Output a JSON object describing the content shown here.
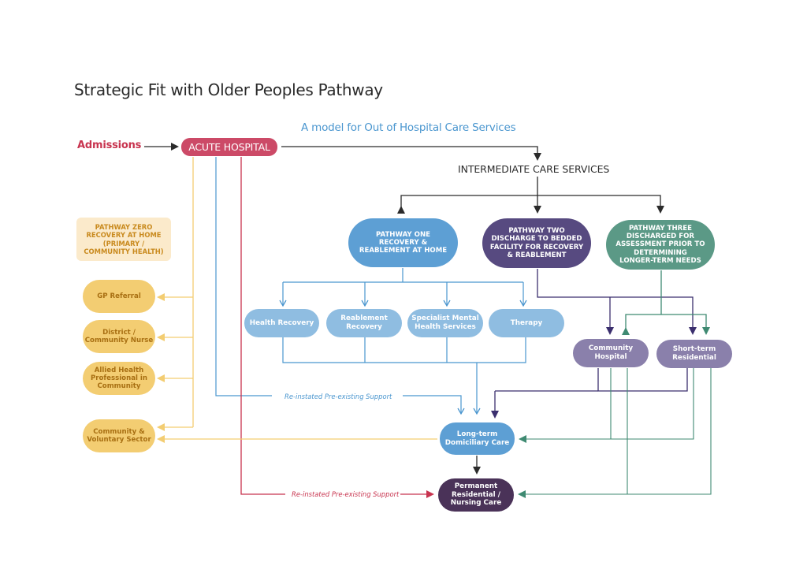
{
  "title": "Strategic Fit with Older Peoples Pathway",
  "subtitle": "A model for Out of Hospital Care Services",
  "entry": {
    "label": "Admissions",
    "color": "#c8344f"
  },
  "hospital": {
    "label": "ACUTE HOSPITAL",
    "color": "#cc4a67"
  },
  "intermediate": {
    "label": "INTERMEDIATE CARE SERVICES"
  },
  "pathways": [
    {
      "label": "PATHWAY ONE\nRECOVERY &\nREABLEMENT AT HOME",
      "color": "#5d9fd4"
    },
    {
      "label": "PATHWAY TWO\nDISCHARGE TO BEDDED\nFACILITY FOR RECOVERY\n& REABLEMENT",
      "color": "#574a80"
    },
    {
      "label": "PATHWAY THREE\nDISCHARGED FOR\nASSESSMENT PRIOR TO\nDETERMINING\nLONGER-TERM NEEDS",
      "color": "#5b9986"
    }
  ],
  "pathway_one_services": [
    {
      "label": "Health Recovery"
    },
    {
      "label": "Reablement\nRecovery"
    },
    {
      "label": "Specialist Mental\nHealth Services"
    },
    {
      "label": "Therapy"
    }
  ],
  "bedded": [
    {
      "label": "Community\nHospital"
    },
    {
      "label": "Short-term\nResidential"
    }
  ],
  "outcomes": {
    "domiciliary": "Long-term\nDomiciliary Care",
    "permanent": "Permanent\nResidential /\nNursing Care"
  },
  "pathway_zero": {
    "header": "PATHWAY ZERO\nRECOVERY AT HOME\n(PRIMARY /\nCOMMUNITY HEALTH)",
    "items": [
      {
        "label": "GP Referral"
      },
      {
        "label": "District /\nCommunity Nurse"
      },
      {
        "label": "Allied Health\nProfessional in\nCommunity"
      },
      {
        "label": "Community &\nVoluntary Sector"
      }
    ]
  },
  "edge_labels": {
    "blue_support": "Re-instated Pre-existing Support",
    "red_support": "Re-instated Pre-existing Support"
  },
  "colors": {
    "yellow": "#f3cd72",
    "blue": "#4a96cf",
    "red": "#c8344f",
    "purple_dark": "#3b2f6e",
    "teal": "#3f8a72",
    "black": "#2b2b2b"
  }
}
